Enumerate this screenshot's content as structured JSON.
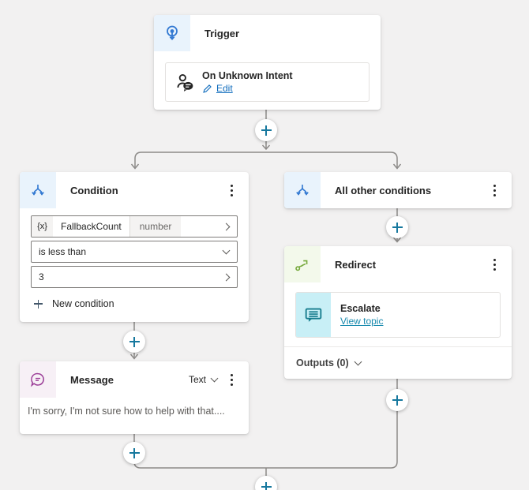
{
  "canvas": {
    "background": "#F2F1F1",
    "connector_color": "#8C8A88",
    "plus_color": "#16789E"
  },
  "colors": {
    "node_icon_blue": "#3279D2",
    "node_icon_bg_blue": "#E9F3FC",
    "redirect_icon_green": "#76A93C",
    "redirect_icon_bg": "#F3F9EB",
    "escalate_icon_teal": "#177D8E",
    "escalate_icon_bg": "#C8EFF6",
    "message_icon_purple": "#9B3D97",
    "message_icon_bg": "#F7F0F6",
    "edit_link": "#0F6CBD",
    "view_topic_link": "#1789AD"
  },
  "trigger": {
    "title": "Trigger",
    "intent": {
      "label": "On Unknown Intent",
      "edit": "Edit"
    }
  },
  "condition": {
    "title": "Condition",
    "variable": {
      "prefix": "{x}",
      "name": "FallbackCount",
      "type": "number"
    },
    "operator": "is less than",
    "value": "3",
    "new_condition": "New condition"
  },
  "all_other": {
    "title": "All other conditions"
  },
  "message": {
    "title": "Message",
    "format": "Text",
    "body": "I'm sorry, I'm not sure how to help with that...."
  },
  "redirect": {
    "title": "Redirect",
    "topic": {
      "label": "Escalate",
      "link": "View topic"
    },
    "outputs": "Outputs (0)"
  }
}
